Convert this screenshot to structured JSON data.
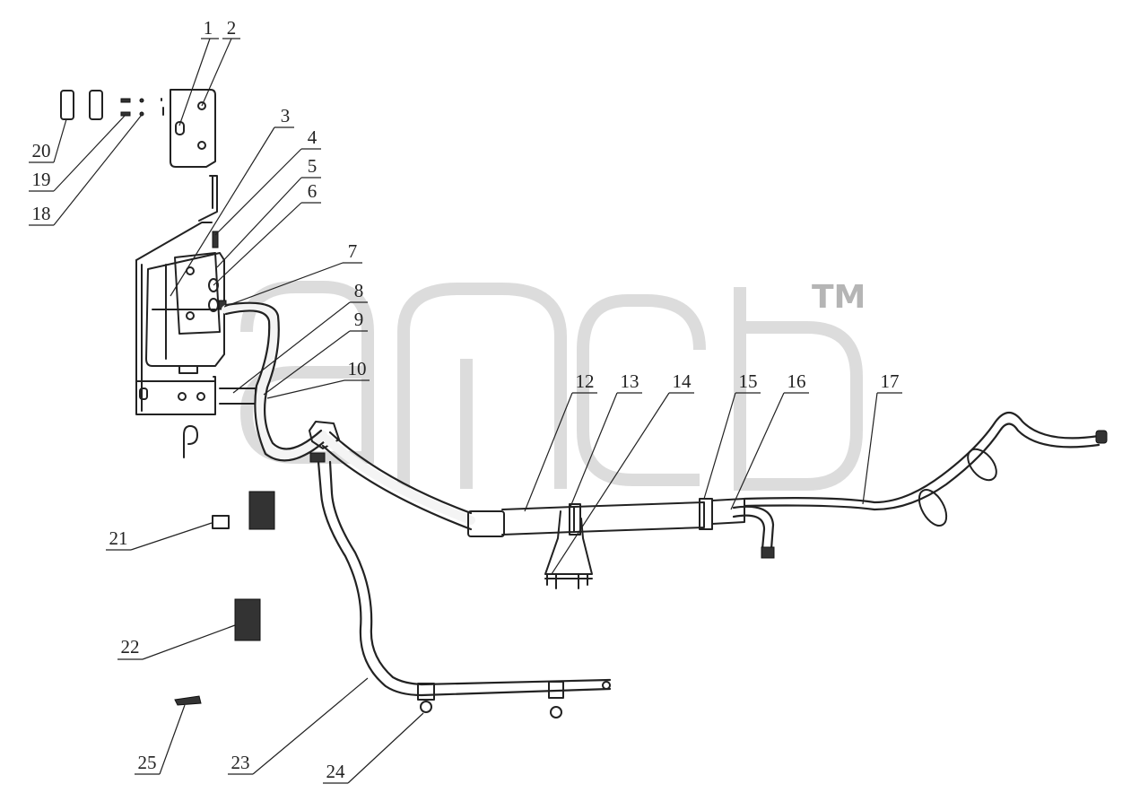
{
  "watermark": {
    "trademark": "TM"
  },
  "callouts": [
    {
      "label": "1"
    },
    {
      "label": "2"
    },
    {
      "label": "3"
    },
    {
      "label": "4"
    },
    {
      "label": "5"
    },
    {
      "label": "6"
    },
    {
      "label": "7"
    },
    {
      "label": "8"
    },
    {
      "label": "9"
    },
    {
      "label": "10"
    },
    {
      "label": "12"
    },
    {
      "label": "13"
    },
    {
      "label": "14"
    },
    {
      "label": "15"
    },
    {
      "label": "16"
    },
    {
      "label": "17"
    },
    {
      "label": "18"
    },
    {
      "label": "19"
    },
    {
      "label": "20"
    },
    {
      "label": "21"
    },
    {
      "label": "22"
    },
    {
      "label": "23"
    },
    {
      "label": "24"
    },
    {
      "label": "25"
    }
  ]
}
